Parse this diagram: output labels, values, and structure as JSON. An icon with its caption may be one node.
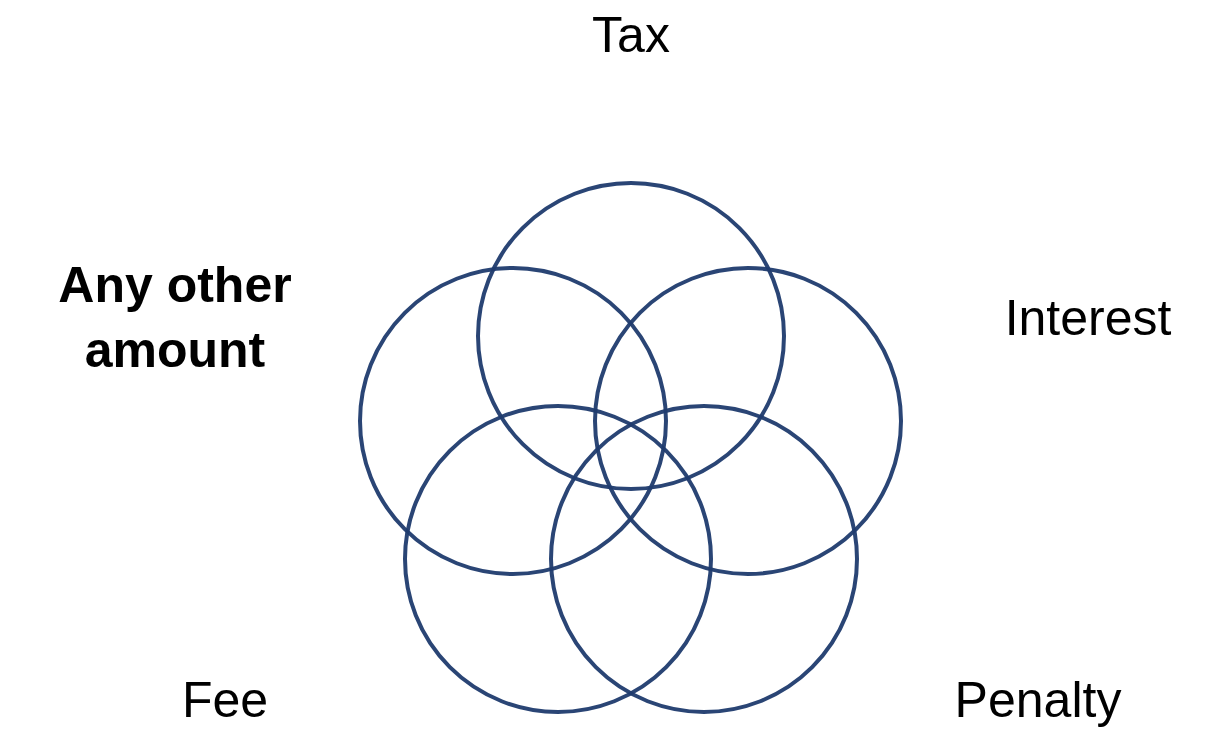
{
  "diagram": {
    "nodes": [
      {
        "text": [],
        "shape": "circle",
        "beside": [
          "Tax"
        ]
      },
      {
        "text": [],
        "shape": "circle",
        "beside": [
          "Any other amount"
        ]
      },
      {
        "text": [],
        "shape": "circle",
        "beside": [
          "Interest"
        ]
      },
      {
        "text": [],
        "shape": "circle",
        "beside": [
          "Fee"
        ]
      },
      {
        "text": [],
        "shape": "circle",
        "beside": [
          "Penalty"
        ]
      }
    ]
  }
}
